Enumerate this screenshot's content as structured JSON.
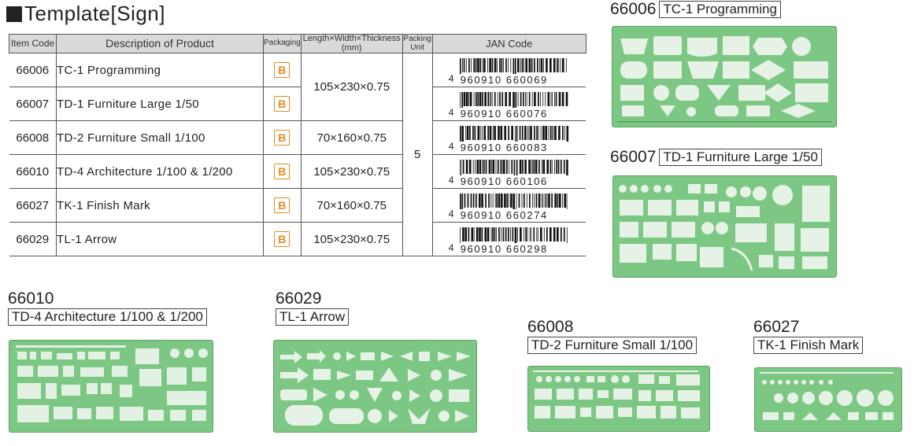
{
  "heading": "Template[Sign]",
  "table": {
    "headers": {
      "code": "Item Code",
      "desc": "Description of Product",
      "pack": "Packaging",
      "dim_line1": "Length×Width×Thickness",
      "dim_line2": "(mm)",
      "unit_line1": "Packing",
      "unit_line2": "Unit",
      "jan": "JAN Code"
    },
    "packing_unit": "5",
    "rows": [
      {
        "code": "66006",
        "desc": "TC-1 Programming",
        "pack": "B",
        "dim": "105×230×0.75",
        "jan_lead": "4",
        "jan": "960910 660069"
      },
      {
        "code": "66007",
        "desc": "TD-1 Furniture Large 1/50",
        "pack": "B",
        "dim": "105×230×0.75",
        "jan_lead": "4",
        "jan": "960910 660076"
      },
      {
        "code": "66008",
        "desc": "TD-2 Furniture Small 1/100",
        "pack": "B",
        "dim": "70×160×0.75",
        "jan_lead": "4",
        "jan": "960910 660083"
      },
      {
        "code": "66010",
        "desc": "TD-4 Architecture 1/100 & 1/200",
        "pack": "B",
        "dim": "105×230×0.75",
        "jan_lead": "4",
        "jan": "960910 660106"
      },
      {
        "code": "66027",
        "desc": "TK-1 Finish Mark",
        "pack": "B",
        "dim": "70×160×0.75",
        "jan_lead": "4",
        "jan": "960910 660274"
      },
      {
        "code": "66029",
        "desc": "TL-1 Arrow",
        "pack": "B",
        "dim": "105×230×0.75",
        "jan_lead": "4",
        "jan": "960910 660298"
      }
    ]
  },
  "templates": [
    {
      "code": "66006",
      "name": "TC-1 Programming"
    },
    {
      "code": "66007",
      "name": "TD-1 Furniture Large 1/50"
    },
    {
      "code": "66010",
      "name": "TD-4 Architecture 1/100 & 1/200"
    },
    {
      "code": "66029",
      "name": "TL-1 Arrow"
    },
    {
      "code": "66008",
      "name": "TD-2 Furniture Small 1/100"
    },
    {
      "code": "66027",
      "name": "TK-1 Finish Mark"
    }
  ],
  "colors": {
    "plate": "#7dc784",
    "badge": "#e38a1e",
    "header_bg": "#d7dad9"
  }
}
